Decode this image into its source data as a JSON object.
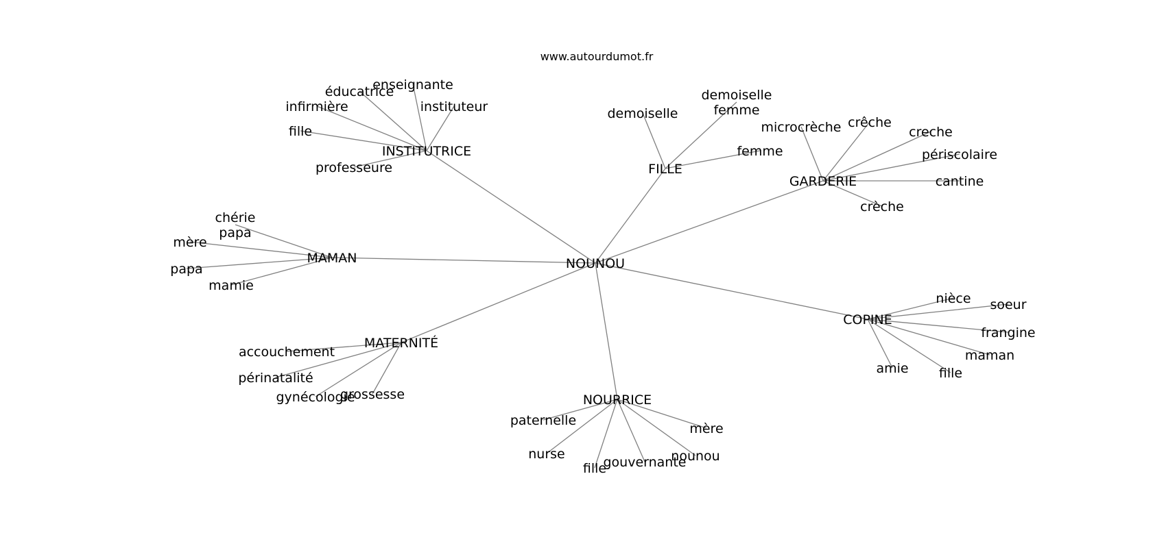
{
  "source": "www.autourdumot.fr",
  "center": {
    "id": "nounou",
    "label": "NOUNOU"
  },
  "clusters": [
    {
      "id": "institutrice",
      "label": "INSTITUTRICE",
      "leaves": [
        "enseignante",
        "éducatrice",
        "infirmière",
        "instituteur",
        "fille",
        "professeure"
      ]
    },
    {
      "id": "fille",
      "label": "FILLE",
      "leaves": [
        "demoiselle",
        "demoiselle femme",
        "femme"
      ]
    },
    {
      "id": "garderie",
      "label": "GARDERIE",
      "leaves": [
        "microcrèche",
        "crêche",
        "creche",
        "périscolaire",
        "cantine",
        "crèche"
      ]
    },
    {
      "id": "maman",
      "label": "MAMAN",
      "leaves": [
        "chérie papa",
        "mère",
        "papa",
        "mamie"
      ]
    },
    {
      "id": "maternite",
      "label": "MATERNITÉ",
      "leaves": [
        "accouchement",
        "périnatalité",
        "gynécologie",
        "grossesse"
      ]
    },
    {
      "id": "nourrice",
      "label": "NOURRICE",
      "leaves": [
        "paternelle",
        "nurse",
        "fille",
        "gouvernante",
        "nounou",
        "mère"
      ]
    },
    {
      "id": "copine",
      "label": "COPINE",
      "leaves": [
        "nièce",
        "soeur",
        "frangine",
        "maman",
        "fille",
        "amie"
      ]
    }
  ]
}
